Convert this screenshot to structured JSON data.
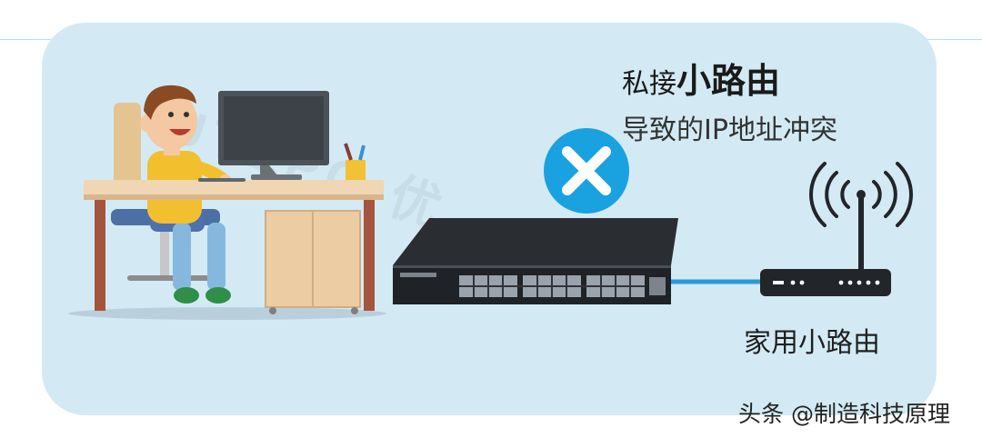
{
  "heading": {
    "lead": "私接",
    "strong": "小路由"
  },
  "subheading": "导致的IP地址冲突",
  "router_label": "家用小路由",
  "credit": "头条 @制造科技原理",
  "watermark": "UTEPO 优",
  "icons": {
    "error_mark": "x-icon",
    "wifi_signal": "wifi-signal-icon"
  },
  "colors": {
    "panel_background": "#d3eaf4",
    "error_badge": "#1aa1df",
    "cable": "#2a9ad6"
  }
}
